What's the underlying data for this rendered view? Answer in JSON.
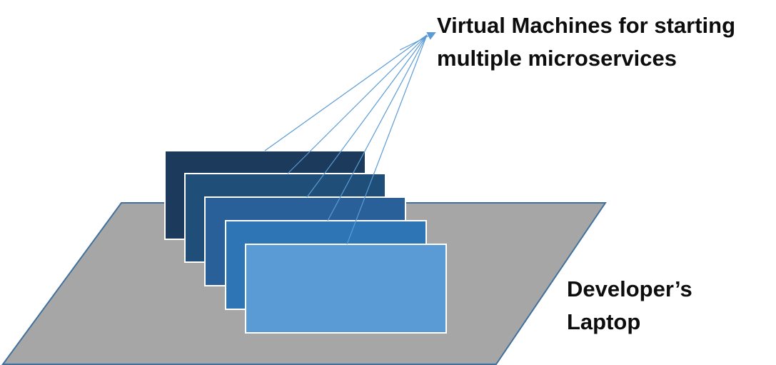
{
  "diagram": {
    "vm_label": {
      "line1": "Virtual Machines for starting",
      "line2": "multiple microservices"
    },
    "laptop_label": {
      "line1": "Developer’s",
      "line2": "Laptop"
    },
    "colors": {
      "laptop_fill": "#a6a6a6",
      "laptop_stroke": "#41719c",
      "vm_stroke": "#ffffff",
      "connector": "#5b9bd5",
      "vm_fills": [
        "#1b3a5c",
        "#1f4e79",
        "#2a609a",
        "#2e75b6",
        "#5b9bd5"
      ]
    },
    "vm_count": 5
  }
}
